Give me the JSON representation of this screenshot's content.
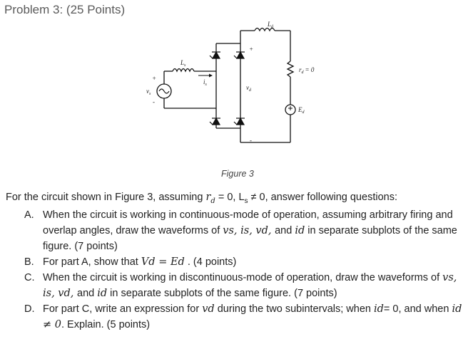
{
  "problem_title": "Problem 3: (25 Points)",
  "figure": {
    "caption": "Figure 3",
    "labels": {
      "vs": "v",
      "vs_sub": "s",
      "ls": "L",
      "ls_sub": "s",
      "is": "i",
      "is_sub": "s",
      "vd": "v",
      "vd_sub": "d",
      "ld": "L",
      "ld_sub": "d",
      "rd": "r",
      "rd_sub": "d",
      "rd_value": "= 0",
      "ed": "E",
      "ed_sub": "d",
      "plus": "+",
      "minus": "-"
    }
  },
  "intro": {
    "prefix": "For the circuit shown in Figure 3, assuming ",
    "cond": "r",
    "cond_sub": "d",
    "cond_rest": " = 0, L",
    "ls_sub": "s",
    "cond_tail": " ≠ 0, answer following questions:"
  },
  "questions": [
    {
      "letter": "A.",
      "text1": "When the circuit is working in continuous-mode of operation, assuming arbitrary firing and overlap angles, draw the waveforms of ",
      "vars": "vs, is, vd, ",
      "and": "and ",
      "var_last": "id",
      "text2": " in separate subplots of the same figure. (7 points)"
    },
    {
      "letter": "B.",
      "text1": "For part A, show that ",
      "math": "Vd = Ed",
      "text2": " . (4 points)"
    },
    {
      "letter": "C.",
      "text1": "When the circuit is working in discontinuous-mode of operation, draw the waveforms of ",
      "vars": "vs, is, vd, ",
      "and": "and ",
      "var_last": "id",
      "text2": " in separate subplots of the same figure. (7 points)"
    },
    {
      "letter": "D.",
      "text1": "For part C, write an expression for ",
      "var": "vd",
      "text2": " during the two subintervals; when ",
      "cond1": "id",
      "text3": "= 0, and when ",
      "cond2": "id ≠ 0",
      "text4": ". Explain. (5 points)"
    }
  ]
}
